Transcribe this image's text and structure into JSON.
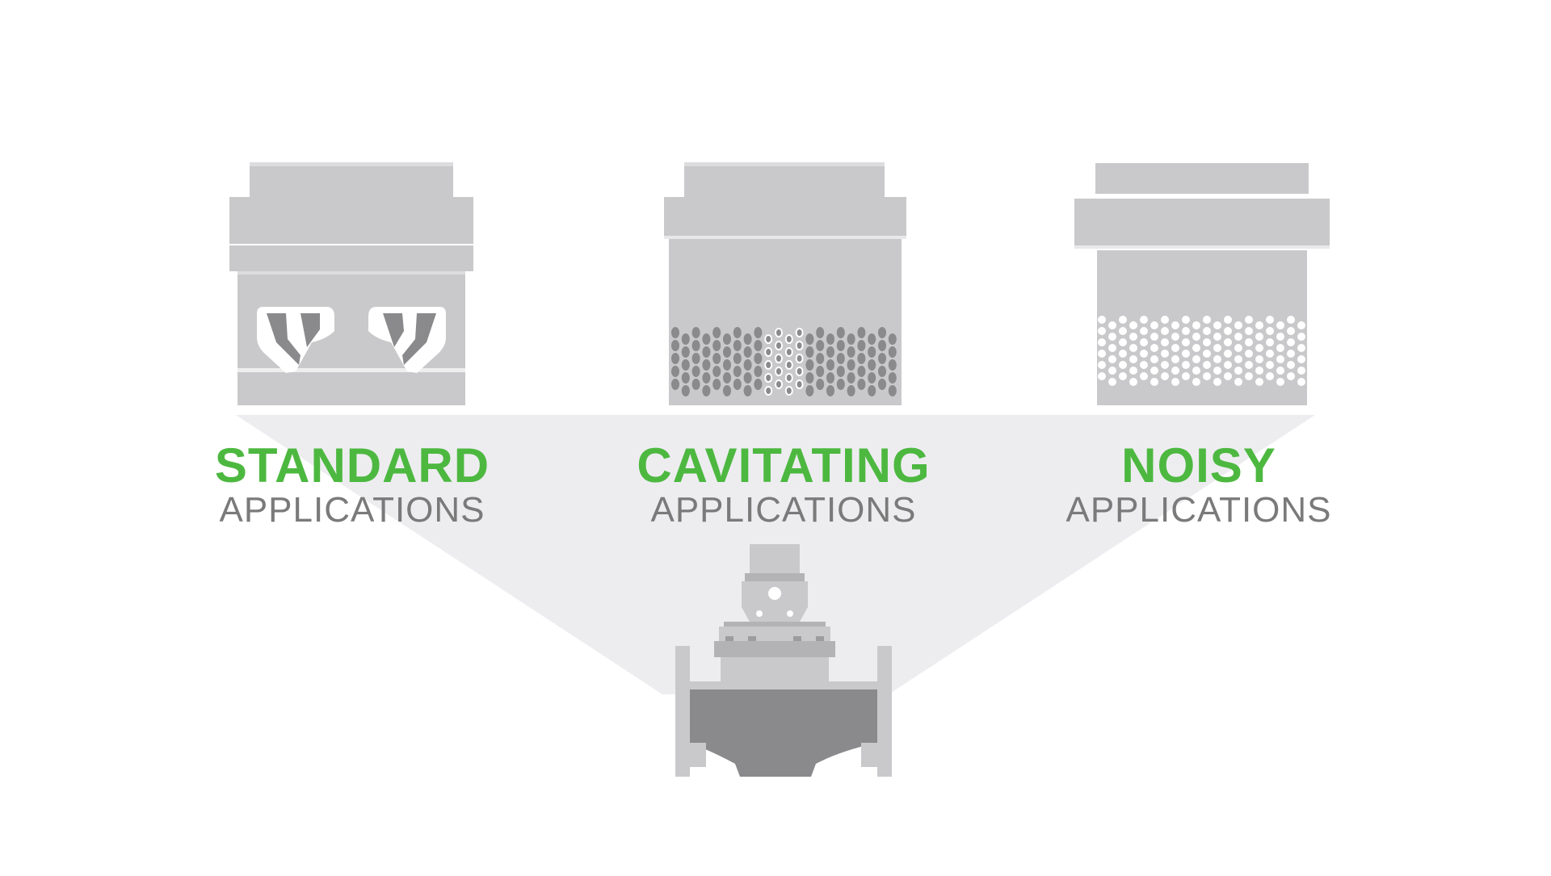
{
  "colors": {
    "accent_green": "#4db840",
    "subtitle_gray": "#7a7a7a",
    "trim_light": "#c9c9cb",
    "trim_mid": "#b3b3b5",
    "trim_dark": "#8a8a8c",
    "beam": "#ededf0"
  },
  "labels": [
    {
      "title": "STANDARD",
      "subtitle": "APPLICATIONS"
    },
    {
      "title": "CAVITATING",
      "subtitle": "APPLICATIONS"
    },
    {
      "title": "NOISY",
      "subtitle": "APPLICATIONS"
    }
  ]
}
